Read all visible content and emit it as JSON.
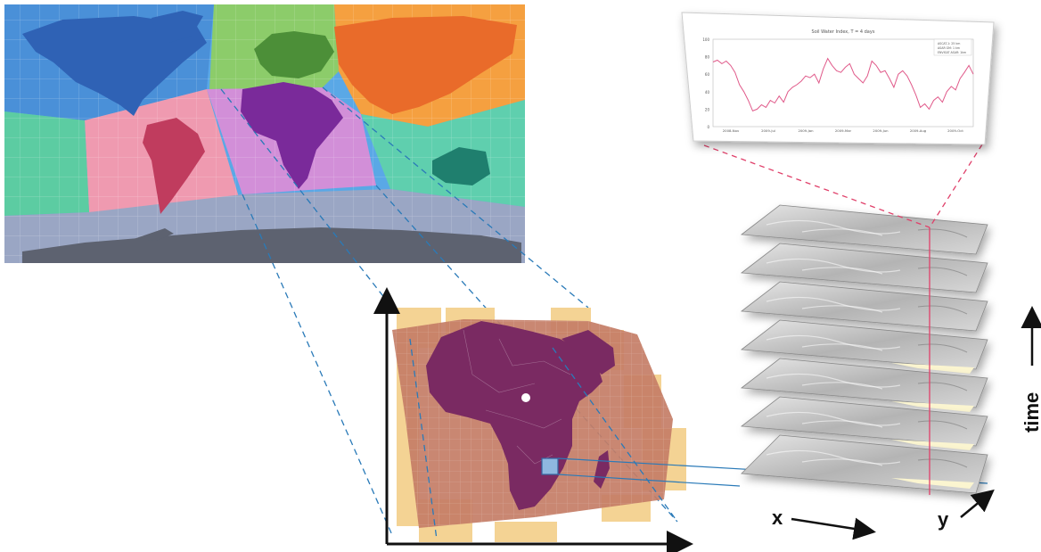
{
  "axes": {
    "x_label": "x",
    "y_label": "y",
    "time_label": "time"
  },
  "chart_data": {
    "type": "line",
    "title": "Soil Water Index, T = 4 days",
    "legend": [
      "ASCAT-1: 25 km",
      "ASAR GM: 1 km",
      "ENVISAT ASAR: 1km"
    ],
    "ytick_labels": [
      "100",
      "80",
      "60",
      "40",
      "20",
      "0"
    ],
    "xtick_labels": [
      "2008-Nov",
      "2009-Jul",
      "2009-Jan",
      "2009-Mar",
      "2009-Jun",
      "2009-Aug",
      "2009-Oct"
    ],
    "ylim": [
      0,
      100
    ],
    "series": [
      {
        "color": "#e05a8a",
        "x": [
          0,
          1,
          2,
          3,
          4,
          5,
          6,
          7,
          8,
          9,
          10,
          11,
          12,
          13,
          14,
          15,
          16,
          17,
          18,
          19,
          20,
          21,
          22,
          23,
          24,
          25,
          26,
          27,
          28,
          29,
          30,
          31,
          32,
          33,
          34,
          35,
          36,
          37,
          38,
          39,
          40,
          41,
          42,
          43,
          44,
          45,
          46,
          47,
          48,
          49,
          50,
          51,
          52,
          53,
          54,
          55,
          56,
          57,
          58,
          59
        ],
        "y": [
          74,
          76,
          72,
          75,
          70,
          62,
          48,
          40,
          30,
          18,
          20,
          25,
          22,
          30,
          27,
          35,
          28,
          40,
          45,
          48,
          52,
          58,
          56,
          60,
          50,
          66,
          78,
          70,
          64,
          62,
          68,
          72,
          60,
          55,
          50,
          58,
          75,
          70,
          62,
          64,
          55,
          45,
          60,
          64,
          58,
          48,
          36,
          22,
          26,
          20,
          30,
          34,
          28,
          40,
          46,
          42,
          55,
          62,
          70,
          60
        ]
      }
    ]
  },
  "colors": {
    "dashed_blue": "#2a7ab8",
    "dashed_red": "#e0406a",
    "africa": "#7a2a62",
    "tile_tan": "#f4d394",
    "tile_overlay": "#c47d66",
    "grid_cell": "#8fb8e0"
  }
}
